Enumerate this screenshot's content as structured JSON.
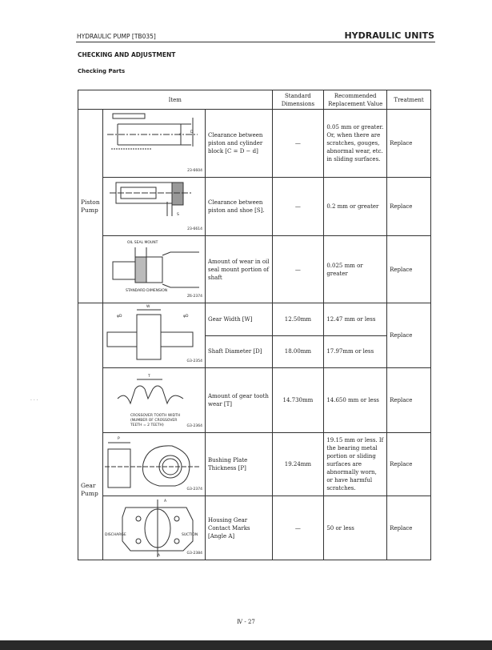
{
  "header": {
    "left": "HYDRAULIC PUMP [TB035]",
    "right": "HYDRAULIC UNITS"
  },
  "section": "CHECKING AND ADJUSTMENT",
  "subsection": "Checking Parts",
  "table": {
    "headers": {
      "item": "Item",
      "standard": "Standard Dimensions",
      "recommended": "Recommended Replacement Value",
      "treatment": "Treatment"
    },
    "groups": {
      "piston": "Piston Pump",
      "gear": "Gear Pump"
    },
    "rows": [
      {
        "fig_code": "23-6604",
        "fig_labels": [
          "d",
          "D"
        ],
        "item": "Clearance between piston and cylinder block [C = D − d]",
        "standard": "—",
        "recommended": "0.05 mm or greater. Or, when there are scratches, gouges, abnormal wear, etc. in sliding surfaces.",
        "treatment": "Replace"
      },
      {
        "fig_code": "23-6614",
        "fig_labels": [
          "S"
        ],
        "item": "Clearance between piston and shoe [S].",
        "standard": "—",
        "recommended": "0.2 mm or greater",
        "treatment": "Replace"
      },
      {
        "fig_code": "Z6-2374",
        "fig_labels": [
          "OIL SEAL MOUNT",
          "STANDARD DIMENSION"
        ],
        "item": "Amount of wear in oil seal mount portion of shaft",
        "standard": "—",
        "recommended": "0.025 mm or greater",
        "treatment": "Replace"
      },
      {
        "fig_code": "G3-2354",
        "fig_labels": [
          "W",
          "φD",
          "φD"
        ],
        "item": "Gear Width [W]",
        "standard": "12.50mm",
        "recommended": "12.47 mm or less",
        "treatment": "Replace",
        "item2": "Shaft Diameter [D]",
        "standard2": "18.00mm",
        "recommended2": "17.97mm or less"
      },
      {
        "fig_code": "G3-2364",
        "fig_labels": [
          "T",
          "CROSSOVER TOOTH WIDTH",
          "(NUMBER OF CROSSOVER",
          "TEETH = 2 TEETH)"
        ],
        "item": "Amount of gear tooth wear [T]",
        "standard": "14.730mm",
        "recommended": "14.650 mm or less",
        "treatment": "Replace"
      },
      {
        "fig_code": "G3-2374",
        "fig_labels": [
          "P"
        ],
        "item": "Bushing Plate Thickness [P]",
        "standard": "19.24mm",
        "recommended": "19.15 mm or less. If the bearing metal portion or sliding surfaces are abnormally worn, or have harmful scratches.",
        "treatment": "Replace"
      },
      {
        "fig_code": "G3-2384",
        "fig_labels": [
          "A",
          "A",
          "DISCHARGE",
          "SUCTION"
        ],
        "item": "Housing Gear Contact Marks [Angle A]",
        "standard": "—",
        "recommended": "50 or less",
        "treatment": "Replace"
      }
    ]
  },
  "footer": {
    "page": "Ⅳ - 27"
  }
}
